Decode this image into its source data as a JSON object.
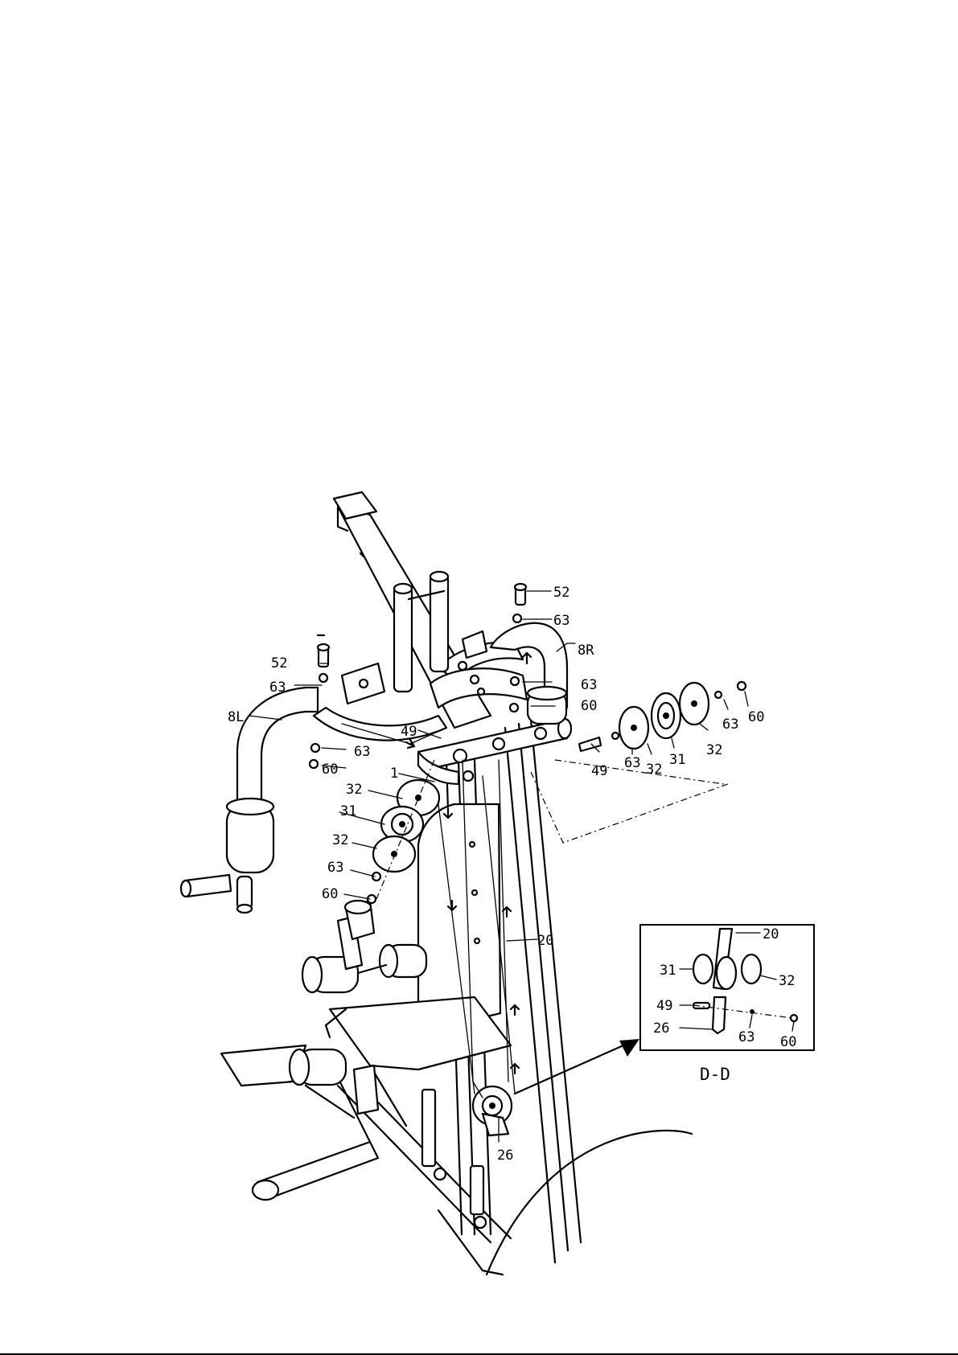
{
  "labels": {
    "p52_right": "52",
    "p63_right_top": "63",
    "p8R": "8R",
    "p63_right_mid": "63",
    "p60_right": "60",
    "p52_left": "52",
    "p63_left_top": "63",
    "p8L": "8L",
    "p49_left": "49",
    "p63_left_mid": "63",
    "p60_left_top": "60",
    "p1": "1",
    "p32_left_top": "32",
    "p31_left": "31",
    "p32_left_bottom": "32",
    "p63_left_bottom": "63",
    "p60_left_bottom": "60",
    "p20": "20",
    "p26": "26",
    "p49_right": "49",
    "p63_exp": "63",
    "p32_exp_a": "32",
    "p31_exp": "31",
    "p32_exp_b": "32",
    "p63_exp_b": "63",
    "p60_exp": "60"
  },
  "detail": {
    "title": "D-D",
    "p20": "20",
    "p31": "31",
    "p32": "32",
    "p49": "49",
    "p26": "26",
    "p63": "63",
    "p60": "60"
  }
}
